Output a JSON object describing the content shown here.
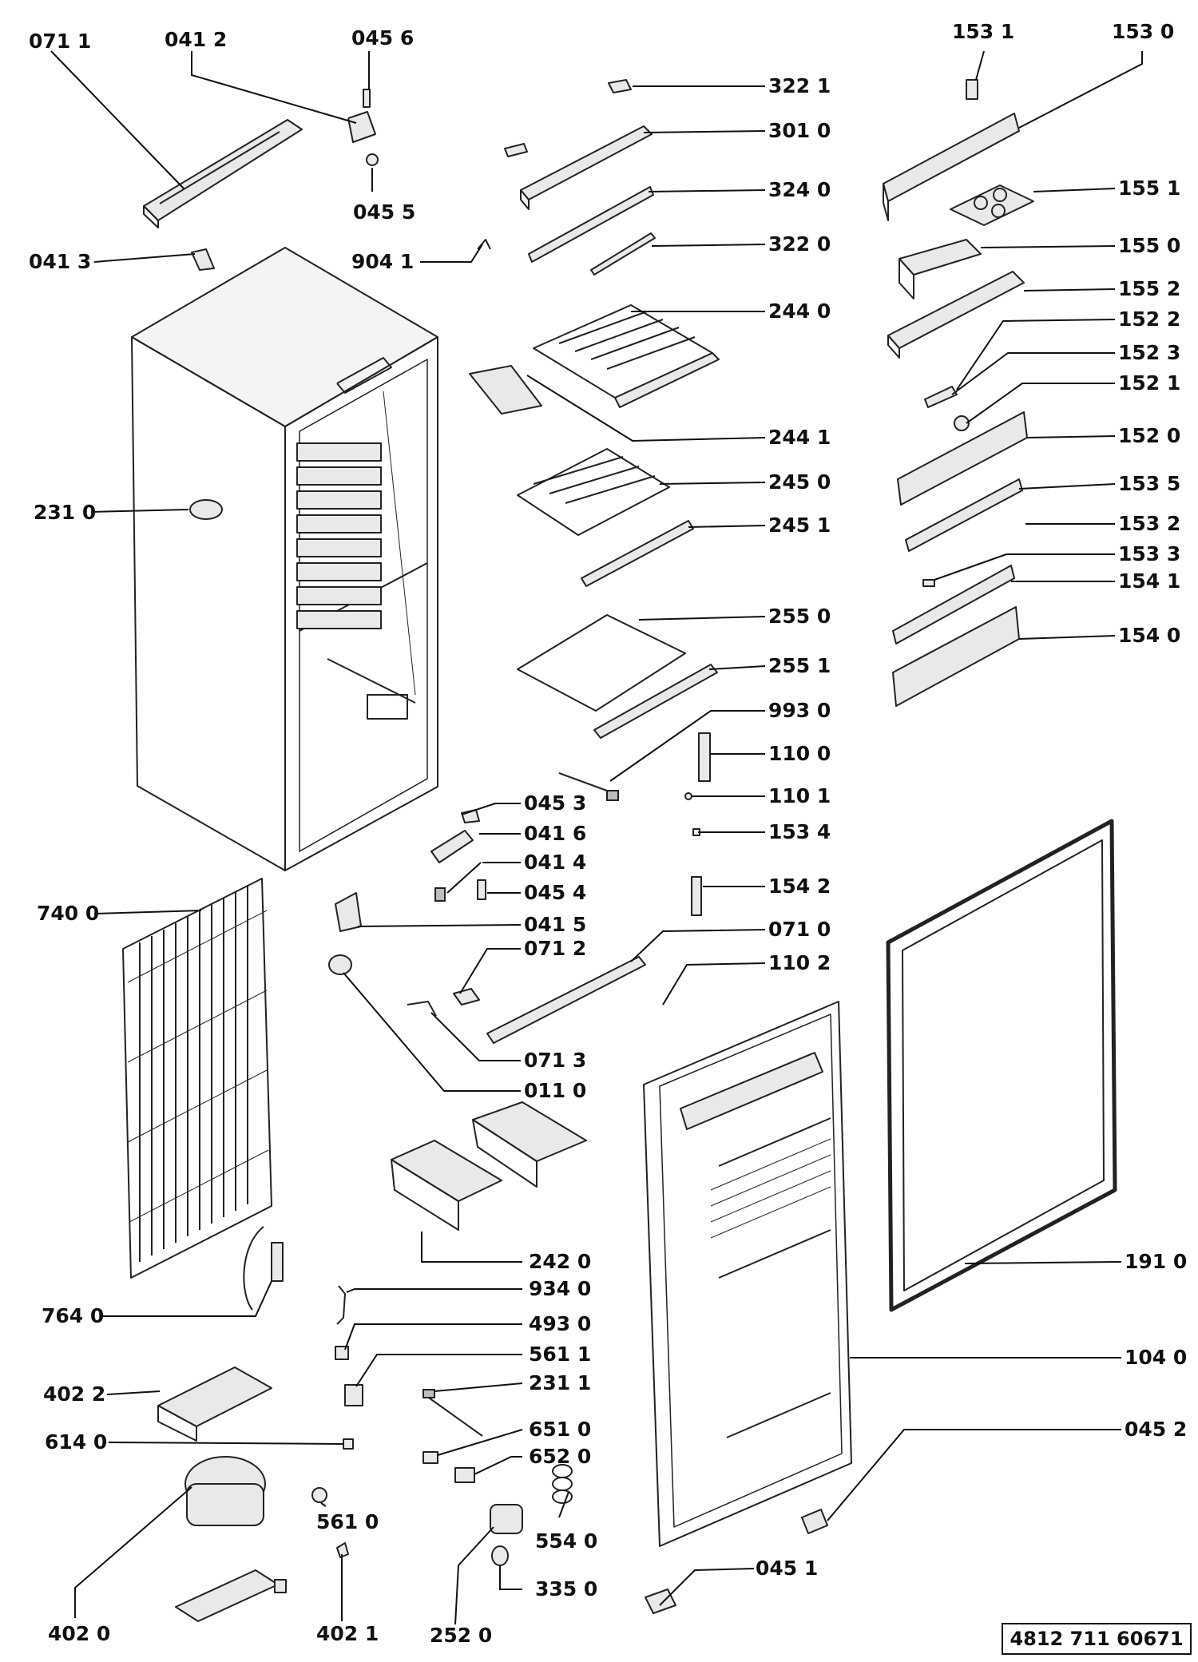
{
  "document_number": "4812 711 60671",
  "labels": {
    "p0711": "071 1",
    "p0412": "041 2",
    "p0456": "045 6",
    "p0455": "045 5",
    "p0413": "041 3",
    "p9041": "904 1",
    "p2310": "231 0",
    "p3221": "322 1",
    "p3010": "301 0",
    "p3240": "324 0",
    "p3220": "322 0",
    "p2440": "244 0",
    "p2441": "244 1",
    "p2450": "245 0",
    "p2451": "245 1",
    "p2550": "255 0",
    "p2551": "255 1",
    "p9930": "993 0",
    "p1100": "110 0",
    "p1101": "110 1",
    "p1534": "153 4",
    "p1542": "154 2",
    "p0710": "071 0",
    "p1102": "110 2",
    "p0453": "045 3",
    "p0416": "041 6",
    "p0414": "041 4",
    "p0454": "045 4",
    "p0415": "041 5",
    "p0712": "071 2",
    "p0713": "071 3",
    "p0110": "011 0",
    "p1531": "153 1",
    "p1530": "153 0",
    "p1551": "155 1",
    "p1550": "155 0",
    "p1552": "155 2",
    "p1522": "152 2",
    "p1523": "152 3",
    "p1521": "152 1",
    "p1520": "152 0",
    "p1535": "153 5",
    "p1532": "153 2",
    "p1533": "153 3",
    "p1541": "154 1",
    "p1540": "154 0",
    "p7400": "740 0",
    "p7640": "764 0",
    "p4022": "402 2",
    "p6140": "614 0",
    "p4020": "402 0",
    "p5610": "561 0",
    "p4021": "402 1",
    "p2520": "252 0",
    "p2420": "242 0",
    "p9340": "934 0",
    "p4930": "493 0",
    "p5611": "561 1",
    "p2311": "231 1",
    "p6510": "651 0",
    "p6520": "652 0",
    "p5540": "554 0",
    "p3350": "335 0",
    "p0451": "045 1",
    "p0452": "045 2",
    "p1910": "191 0",
    "p1040": "104 0"
  }
}
